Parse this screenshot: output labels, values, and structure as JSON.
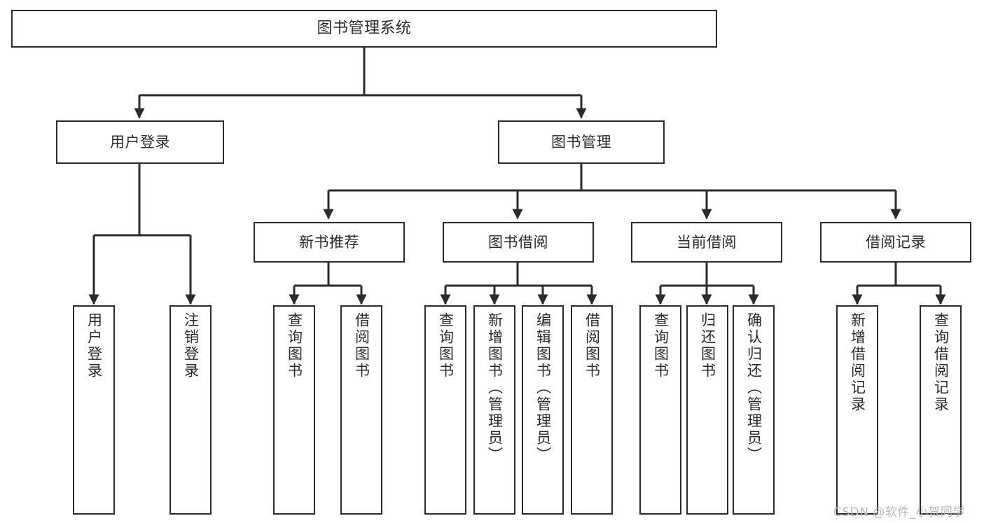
{
  "diagram": {
    "title": "图书管理系统",
    "type": "tree-hierarchy-chart",
    "watermark": "CSDN @软件_小贺同学",
    "colors": {
      "box_border": "#2b2b2b",
      "box_fill": "#ffffff",
      "text": "#2a2a2a",
      "edge": "#2b2b2b",
      "watermark": "#b9b9b9",
      "background": "#ffffff"
    },
    "nodes": {
      "root": {
        "label": "图书管理系统"
      },
      "level2": [
        {
          "id": "user-login",
          "label": "用户登录"
        },
        {
          "id": "book-manage",
          "label": "图书管理"
        }
      ],
      "level3": [
        {
          "id": "new-book-recommend",
          "label": "新书推荐"
        },
        {
          "id": "book-borrow",
          "label": "图书借阅"
        },
        {
          "id": "current-borrow",
          "label": "当前借阅"
        },
        {
          "id": "borrow-record",
          "label": "借阅记录"
        }
      ],
      "leaves": {
        "user_login": [
          {
            "id": "leaf-user-login",
            "label": "用户登录"
          },
          {
            "id": "leaf-user-logout",
            "label": "注销登录"
          }
        ],
        "new_book_recommend": [
          {
            "id": "leaf-query-book-1",
            "label": "查询图书"
          },
          {
            "id": "leaf-borrow-book-1",
            "label": "借阅图书"
          }
        ],
        "book_borrow": [
          {
            "id": "leaf-query-book-2",
            "label": "查询图书"
          },
          {
            "id": "leaf-add-book",
            "label": "新增图书（管理员）"
          },
          {
            "id": "leaf-edit-book",
            "label": "编辑图书（管理员）"
          },
          {
            "id": "leaf-borrow-book-2",
            "label": "借阅图书"
          }
        ],
        "current_borrow": [
          {
            "id": "leaf-query-book-3",
            "label": "查询图书"
          },
          {
            "id": "leaf-return-book",
            "label": "归还图书"
          },
          {
            "id": "leaf-confirm-return",
            "label": "确认归还（管理员）"
          }
        ],
        "borrow_record": [
          {
            "id": "leaf-add-record",
            "label": "新增借阅记录"
          },
          {
            "id": "leaf-query-record",
            "label": "查询借阅记录"
          }
        ]
      }
    }
  }
}
